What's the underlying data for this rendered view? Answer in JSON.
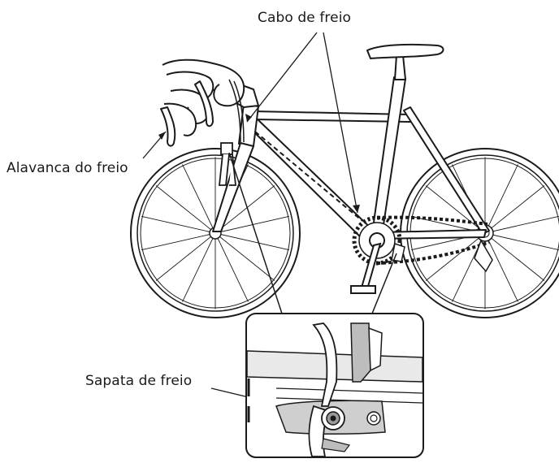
{
  "labels": {
    "brake_cable": "Cabo de freio",
    "brake_lever": "Alavanca do freio",
    "brake_shoe": "Sapata de freio"
  },
  "colors": {
    "line": "#1a1a1a",
    "background": "#ffffff",
    "inset_fill": "#e9e9e9",
    "shoe_fill": "#cfcfcf",
    "arm_fill": "#bdbdbd"
  }
}
